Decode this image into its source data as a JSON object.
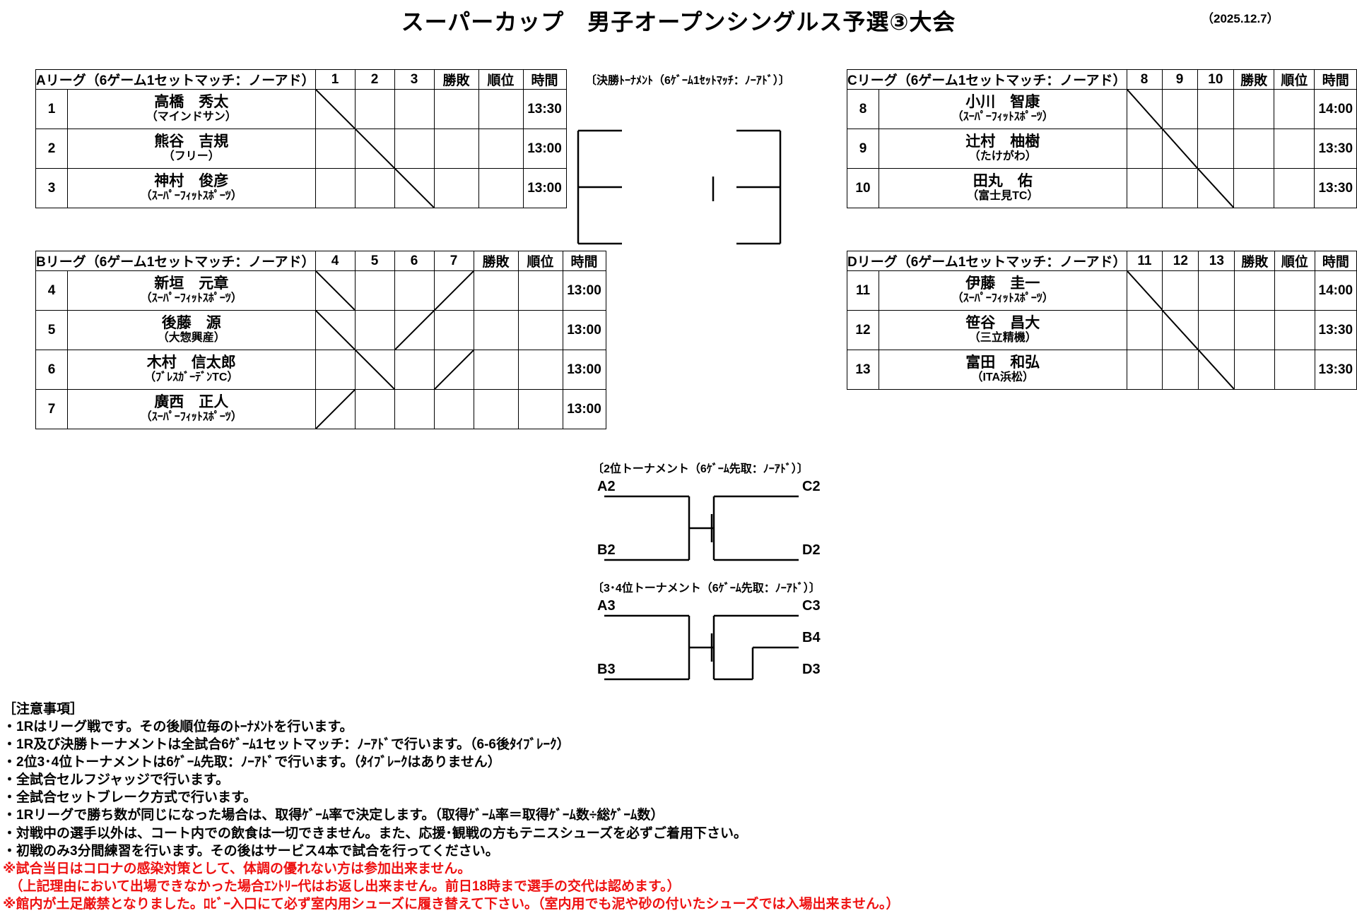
{
  "header": {
    "title": "スーパーカップ　男子オープンシングルス予選③大会",
    "date": "（2025.12.7）"
  },
  "labels": {
    "final_tournament": "〔決勝ﾄｰﾅﾒﾝﾄ（6ｹﾞｰﾑ1ｾｯﾄﾏｯﾁ：ﾉｰｱﾄﾞ）〕",
    "second_place_tournament": "〔2位トーナメント（6ｹﾞｰﾑ先取：ﾉｰｱﾄﾞ）〕",
    "third_fourth_tournament": "〔3･4位トーナメント（6ｹﾞｰﾑ先取：ﾉｰｱﾄﾞ）〕"
  },
  "columns": {
    "win_loss": "勝敗",
    "rank": "順位",
    "time": "時間"
  },
  "leagues": [
    {
      "id": "A",
      "header": "Aリーグ（6ゲーム1セットマッチ：ノーアド）",
      "match_cols": [
        "1",
        "2",
        "3"
      ],
      "players": [
        {
          "no": "1",
          "name": "高橋　秀太",
          "club": "（マインドサン）",
          "time": "13:30"
        },
        {
          "no": "2",
          "name": "熊谷　吉規",
          "club": "（フリー）",
          "time": "13:00"
        },
        {
          "no": "3",
          "name": "神村　俊彦",
          "club": "（ｽｰﾊﾟｰﾌｨｯﾄｽﾎﾟｰﾂ）",
          "time": "13:00"
        }
      ]
    },
    {
      "id": "B",
      "header": "Bリーグ（6ゲーム1セットマッチ：ノーアド）",
      "match_cols": [
        "4",
        "5",
        "6",
        "7"
      ],
      "players": [
        {
          "no": "4",
          "name": "新垣　元章",
          "club": "（ｽｰﾊﾟｰﾌｨｯﾄｽﾎﾟｰﾂ）",
          "time": "13:00"
        },
        {
          "no": "5",
          "name": "後藤　源",
          "club": "（大惣興産）",
          "time": "13:00"
        },
        {
          "no": "6",
          "name": "木村　信太郎",
          "club": "（ﾌﾞﾚｽｶﾞｰﾃﾞﾝTC）",
          "time": "13:00"
        },
        {
          "no": "7",
          "name": "廣西　正人",
          "club": "（ｽｰﾊﾟｰﾌｨｯﾄｽﾎﾟｰﾂ）",
          "time": "13:00"
        }
      ]
    },
    {
      "id": "C",
      "header": "Cリーグ（6ゲーム1セットマッチ：ノーアド）",
      "match_cols": [
        "8",
        "9",
        "10"
      ],
      "players": [
        {
          "no": "8",
          "name": "小川　智康",
          "club": "（ｽｰﾊﾟｰﾌｨｯﾄｽﾎﾟｰﾂ）",
          "time": "14:00"
        },
        {
          "no": "9",
          "name": "辻村　柚樹",
          "club": "（たけがわ）",
          "time": "13:30"
        },
        {
          "no": "10",
          "name": "田丸　佑",
          "club": "（富士見TC）",
          "time": "13:30"
        }
      ]
    },
    {
      "id": "D",
      "header": "Dリーグ（6ゲーム1セットマッチ：ノーアド）",
      "match_cols": [
        "11",
        "12",
        "13"
      ],
      "players": [
        {
          "no": "11",
          "name": "伊藤　圭一",
          "club": "（ｽｰﾊﾟｰﾌｨｯﾄｽﾎﾟｰﾂ）",
          "time": "14:00"
        },
        {
          "no": "12",
          "name": "笹谷　昌大",
          "club": "（三立精機）",
          "time": "13:30"
        },
        {
          "no": "13",
          "name": "富田　和弘",
          "club": "（ITA浜松）",
          "time": "13:30"
        }
      ]
    }
  ],
  "brackets": {
    "second": {
      "a": "A2",
      "b": "B2",
      "c": "C2",
      "d": "D2"
    },
    "third": {
      "a": "A3",
      "b": "B3",
      "c": "C3",
      "d": "D3",
      "b4": "B4"
    }
  },
  "notes": {
    "heading": "［注意事項］",
    "items": [
      "・1Rはリーグ戦です。その後順位毎のﾄｰﾅﾒﾝﾄを行います。",
      "・1R及び決勝トーナメントは全試合6ｹﾞｰﾑ1セットマッチ：ﾉｰｱﾄﾞで行います。（6-6後ﾀｲﾌﾞﾚｰｸ）",
      "・2位3･4位トーナメントは6ｹﾞｰﾑ先取：ﾉｰｱﾄﾞで行います。（ﾀｲﾌﾞﾚｰｸはありません）",
      "・全試合セルフジャッジで行います。",
      "・全試合セットブレーク方式で行います。",
      "・1Rリーグで勝ち数が同じになった場合は、取得ｹﾞｰﾑ率で決定します。（取得ｹﾞｰﾑ率＝取得ｹﾞｰﾑ数÷総ｹﾞｰﾑ数）",
      "・対戦中の選手以外は、コート内での飲食は一切できません。また、応援･観戦の方もテニスシューズを必ずご着用下さい。",
      "・初戦のみ3分間練習を行います。その後はサービス4本で試合を行ってください。"
    ],
    "red_items": [
      "※試合当日はコロナの感染対策として、体調の優れない方は参加出来ません。",
      "　（上記理由において出場できなかった場合ｴﾝﾄﾘｰ代はお返し出来ません。前日18時まで選手の交代は認めます。）",
      "※館内が土足厳禁となりました。ﾛﾋﾞｰ入口にて必ず室内用シューズに履き替えて下さい。（室内用でも泥や砂の付いたシューズでは入場出来ません。）"
    ]
  }
}
